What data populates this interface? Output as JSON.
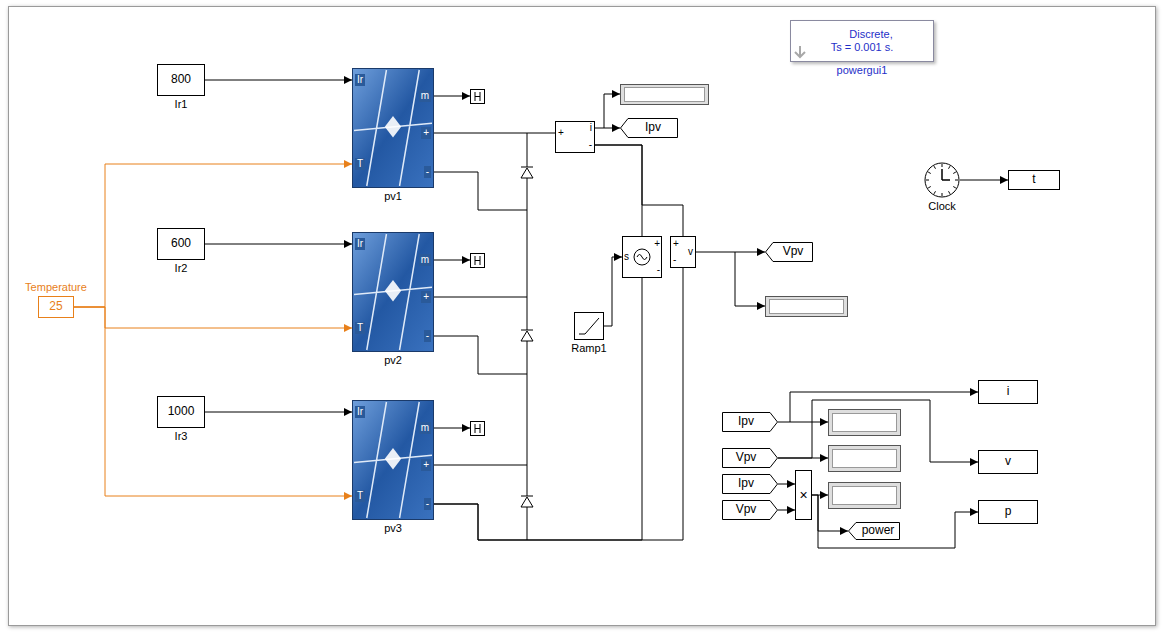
{
  "diagram": {
    "nodes": [
      {
        "text": [
          "800",
          "Ir1"
        ]
      },
      {
        "text": [
          "Temperature",
          "25"
        ]
      },
      {
        "text": [
          "600",
          "Ir2"
        ]
      },
      {
        "text": [
          "1000",
          "Ir3"
        ]
      },
      {
        "text": [
          "Ir",
          "T",
          "m",
          "+",
          "-",
          "pv1"
        ]
      },
      {
        "text": [
          "Ir",
          "T",
          "m",
          "+",
          "-",
          "pv2"
        ]
      },
      {
        "text": [
          "Ir",
          "T",
          "m",
          "+",
          "-",
          "pv3"
        ]
      },
      {
        "text": [
          "+",
          "i",
          "-"
        ]
      },
      {
        "text": [
          "Ipv"
        ]
      },
      {
        "text": [
          "+",
          "s",
          "-"
        ]
      },
      {
        "text": [
          "Ramp1"
        ]
      },
      {
        "text": [
          "+",
          "-",
          "v"
        ]
      },
      {
        "text": [
          "Vpv"
        ]
      },
      {
        "text": [
          "Discrete, Ts = 0.001 s.",
          "powergui1"
        ]
      },
      {
        "text": [
          "Clock"
        ]
      },
      {
        "text": [
          "t"
        ]
      },
      {
        "text": [
          "Ipv"
        ]
      },
      {
        "text": [
          "Vpv"
        ]
      },
      {
        "text": [
          "Ipv"
        ]
      },
      {
        "text": [
          "Vpv"
        ]
      },
      {
        "text": [
          "×"
        ]
      },
      {
        "text": [
          "power"
        ]
      },
      {
        "text": [
          "i"
        ]
      },
      {
        "text": [
          "v"
        ]
      },
      {
        "text": [
          "p"
        ]
      }
    ],
    "edges": [
      {
        "from": 0,
        "to": 4,
        "arrow": "to"
      },
      {
        "from": 1,
        "to": 4,
        "arrow": "to"
      },
      {
        "from": 1,
        "to": 5,
        "arrow": "to"
      },
      {
        "from": 1,
        "to": 6,
        "arrow": "to"
      },
      {
        "from": 2,
        "to": 5,
        "arrow": "to"
      },
      {
        "from": 3,
        "to": 6,
        "arrow": "to"
      },
      {
        "from": 4,
        "to": 7,
        "arrow": "none"
      },
      {
        "from": 7,
        "to": 8,
        "arrow": "to"
      },
      {
        "from": 7,
        "to": 9,
        "arrow": "none"
      },
      {
        "from": 7,
        "to": 11,
        "arrow": "none"
      },
      {
        "from": 10,
        "to": 9,
        "arrow": "to"
      },
      {
        "from": 11,
        "to": 12,
        "arrow": "to"
      },
      {
        "from": 6,
        "to": 9,
        "arrow": "none"
      },
      {
        "from": 6,
        "to": 11,
        "arrow": "none"
      },
      {
        "from": 14,
        "to": 15,
        "arrow": "to"
      },
      {
        "from": 16,
        "to": 22,
        "arrow": "to"
      },
      {
        "from": 17,
        "to": 23,
        "arrow": "to"
      },
      {
        "from": 18,
        "to": 20,
        "arrow": "to"
      },
      {
        "from": 19,
        "to": 20,
        "arrow": "to"
      },
      {
        "from": 20,
        "to": 21,
        "arrow": "to"
      },
      {
        "from": 20,
        "to": 24,
        "arrow": "to"
      }
    ]
  }
}
